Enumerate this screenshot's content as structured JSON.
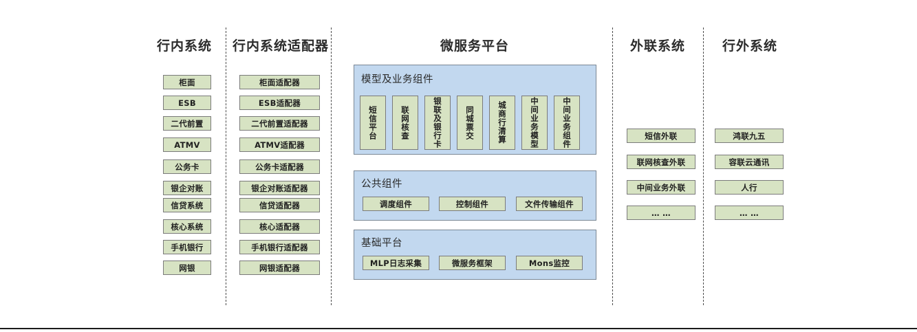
{
  "columns": {
    "internal_systems": {
      "title": "行内系统",
      "items": [
        "柜面",
        "ESB",
        "二代前置",
        "ATMV",
        "公务卡",
        "银企对账",
        "信贷系统",
        "核心系统",
        "手机银行",
        "网银"
      ]
    },
    "internal_adapters": {
      "title": "行内系统适配器",
      "items": [
        "柜面适配器",
        "ESB适配器",
        "二代前置适配器",
        "ATMV适配器",
        "公务卡适配器",
        "银企对账适配器",
        "信贷适配器",
        "核心适配器",
        "手机银行适配器",
        "网银适配器"
      ]
    },
    "microservice_platform": {
      "title": "微服务平台",
      "groups": [
        {
          "name": "模型及业务组件",
          "orientation": "vertical",
          "items": [
            "短信平台",
            "联网核查",
            "银联及银行卡",
            "同城票交",
            "城商行清算",
            "中间业务模型",
            "中间业务组件"
          ]
        },
        {
          "name": "公共组件",
          "orientation": "horizontal",
          "items": [
            "调度组件",
            "控制组件",
            "文件传输组件"
          ]
        },
        {
          "name": "基础平台",
          "orientation": "horizontal",
          "items": [
            "MLP日志采集",
            "微服务框架",
            "Mons监控"
          ]
        }
      ]
    },
    "external_link_systems": {
      "title": "外联系统",
      "items": [
        "短信外联",
        "联网核查外联",
        "中间业务外联",
        "… …"
      ]
    },
    "outside_bank_systems": {
      "title": "行外系统",
      "items": [
        "鸿联九五",
        "容联云通讯",
        "人行",
        "… …"
      ]
    }
  },
  "colors": {
    "node_fill": "#d7e3c3",
    "node_border": "#7a7a7a",
    "panel_fill": "#c2d8ef",
    "panel_border": "#7a8794",
    "divider": "#4a4a4a",
    "text": "#2b2b2b"
  }
}
